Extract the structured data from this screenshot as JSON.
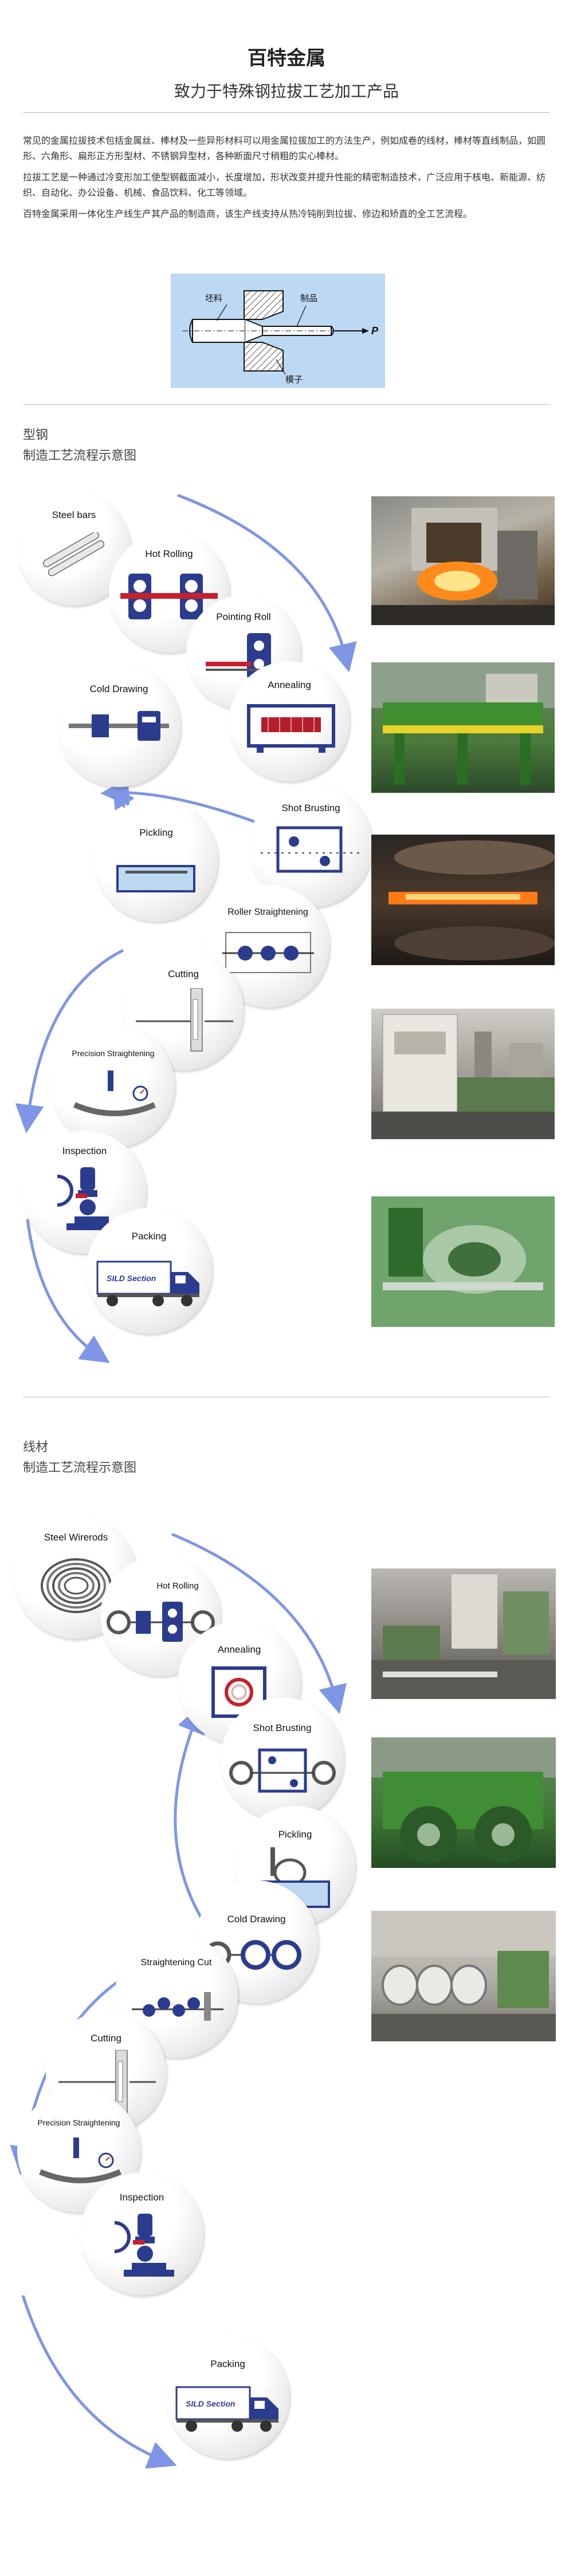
{
  "header": {
    "title": "百特金属",
    "subtitle": "致力于特殊钢拉拔工艺加工产品"
  },
  "intro": {
    "p1": "常见的金属拉拔技术包括金属丝、棒材及一些异形材料可以用金属拉拔加工的方法生产，例如成卷的线材，棒材等直线制品，如圆形、六角形、扁形正方形型材、不锈钢异型材，各种断面尺寸稍粗的实心棒材。",
    "p2": "拉拔工艺是一种通过冷变形加工使型钢截面减小，长度增加，形状改变并提升性能的精密制造技术，广泛应用于核电、新能源、纺织、自动化、办公设备、机械、食品饮料、化工等领域。",
    "p3": "百特金属采用一体化生产线生产其产品的制造商，该生产线支持从热冷钝削到拉拔、修边和矫直的全工艺流程。"
  },
  "diagram": {
    "label_blank": "坯料",
    "label_product": "制品",
    "label_die": "模子",
    "label_p": "P"
  },
  "section1": {
    "title": "型钢",
    "subtitle": "制造工艺流程示意图",
    "steps": [
      "Steel bars",
      "Hot Rolling",
      "Pointing Roll",
      "Annealing",
      "Cold Drawing",
      "Shot Brusting",
      "Pickling",
      "Roller Straightening",
      "Cutting",
      "Precision Straightening",
      "Inspection",
      "Packing"
    ],
    "truck_label": "SILD Section"
  },
  "section2": {
    "title": "线材",
    "subtitle": "制造工艺流程示意图",
    "steps": [
      "Steel Wirerods",
      "Hot Rolling",
      "Annealing",
      "Shot Brusting",
      "Pickling",
      "Cold Drawing",
      "Straightening Cut",
      "Cutting",
      "Precision Straightening",
      "Inspection",
      "Packing"
    ],
    "truck_label": "SILD Section"
  },
  "colors": {
    "arrow": "#7f95e6",
    "machine": "#2b3c8f",
    "red": "#c8202a",
    "diagram_bg": "#bcd8f3"
  }
}
